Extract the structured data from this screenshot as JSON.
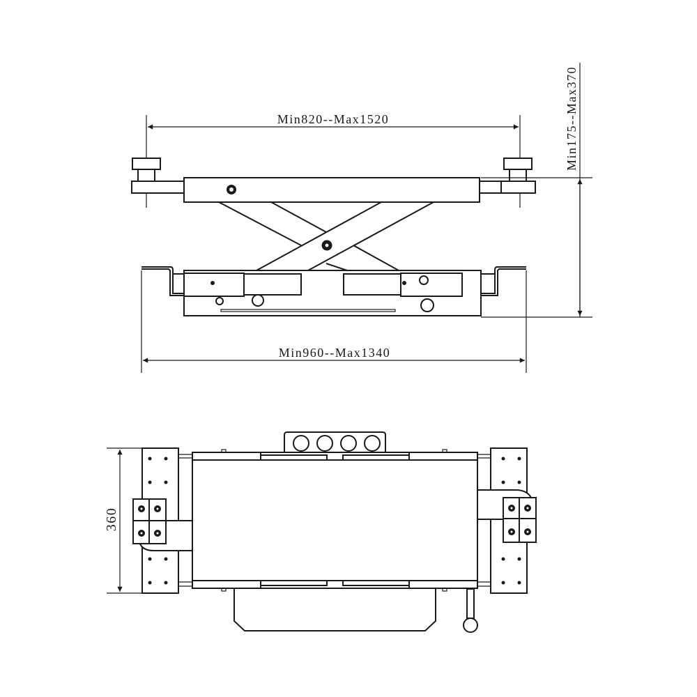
{
  "drawing": {
    "subject": "Scissor jack technical drawing",
    "views": [
      "front-elevation",
      "top-plan"
    ],
    "line_color": "#1a1a1a",
    "background": "#ffffff"
  },
  "dimensions": {
    "top_width": "Min820--Max1520",
    "bottom_width": "Min960--Max1340",
    "height": "Min175--Max370",
    "depth": "360"
  }
}
